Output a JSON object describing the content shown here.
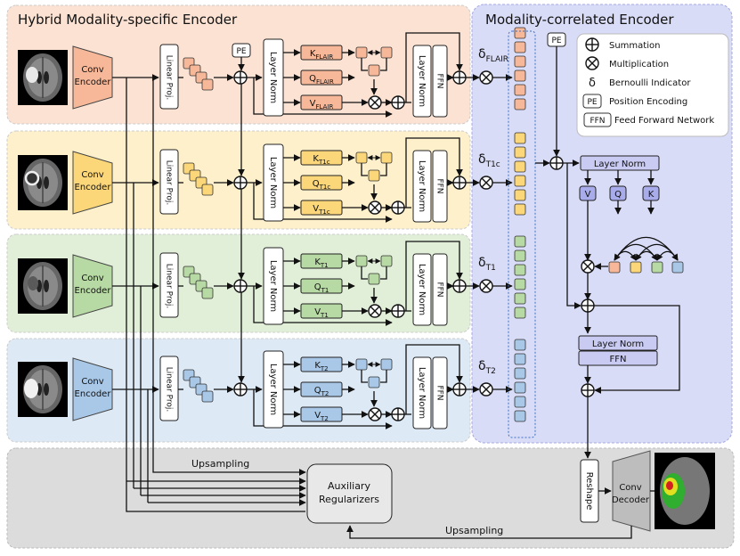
{
  "titles": {
    "hybrid": "Hybrid Modality-specific Encoder",
    "correlated": "Modality-correlated Encoder"
  },
  "labels": {
    "conv_encoder_1": "Conv",
    "conv_encoder_2": "Encoder",
    "linear_proj": "Linear Proj.",
    "pe": "PE",
    "layer_norm": "Layer Norm",
    "ffn": "FFN",
    "upsampling": "Upsampling",
    "aux_1": "Auxiliary",
    "aux_2": "Regularizers",
    "reshape": "Reshape",
    "conv_decoder_1": "Conv",
    "conv_decoder_2": "Decoder",
    "v": "V",
    "q": "Q",
    "k": "K"
  },
  "modalities": [
    {
      "sub": "FLAIR",
      "fill": "#f7b899",
      "band": "#fbe2d3",
      "light": "#fde9dc"
    },
    {
      "sub": "T1c",
      "fill": "#fbd77a",
      "band": "#fdf0cb",
      "light": "#fef4d6"
    },
    {
      "sub": "T1",
      "fill": "#b7d9a3",
      "band": "#e2efd8",
      "light": "#e8f3df"
    },
    {
      "sub": "T2",
      "fill": "#a9c8e8",
      "band": "#dde9f5",
      "light": "#e3edf8"
    }
  ],
  "legend": [
    {
      "symbol": "⊕",
      "text": "Summation",
      "icon": "summation-icon"
    },
    {
      "symbol": "⊗",
      "text": "Multiplication",
      "icon": "multiplication-icon"
    },
    {
      "symbol": "δ",
      "text": "Bernoulli Indicator",
      "icon": "bernoulli-icon"
    },
    {
      "symbol": "PE",
      "text": "Position Encoding",
      "icon": "pe-icon"
    },
    {
      "symbol": "FFN",
      "text": "Feed Forward Network",
      "icon": "ffn-icon"
    }
  ],
  "colors": {
    "accent": "#8a8fde",
    "correlated_panel": "#d9dcf7",
    "decoder_panel": "#dcdcdc",
    "token_purple": "#a9acea"
  }
}
